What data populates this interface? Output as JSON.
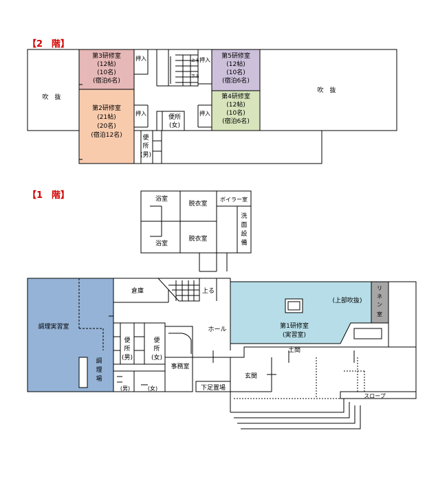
{
  "floor2": {
    "label": "【2　階】",
    "fukinuke_left": "吹　抜",
    "fukinuke_right": "吹　抜",
    "room3": {
      "name": "第3研修室",
      "size": "(12帖)",
      "capacity": "(10名)",
      "stay": "(宿泊6名)"
    },
    "room2": {
      "name": "第2研修室",
      "size": "(21帖)",
      "capacity": "(20名)",
      "stay": "(宿泊12名)"
    },
    "room5": {
      "name": "第5研修室",
      "size": "(12帖)",
      "capacity": "(10名)",
      "stay": "(宿泊6名)"
    },
    "room4": {
      "name": "第4研修室",
      "size": "(12帖)",
      "capacity": "(10名)",
      "stay": "(宿泊6名)"
    },
    "oshiire": "押入",
    "up": "上る",
    "down": "下る",
    "toilet_women": [
      "便所",
      "(女)"
    ],
    "toilet_men": [
      "便",
      "所",
      "(男)"
    ]
  },
  "floor1": {
    "label": "【1　階】",
    "bath1": "浴室",
    "bath2": "浴室",
    "dressing1": "脱衣室",
    "dressing2": "脱衣室",
    "boiler": "ボイラー室",
    "washroom": [
      "洗",
      "面",
      "設",
      "備"
    ],
    "storage": "倉庫",
    "up": "上る",
    "linen": [
      "リ",
      "ネ",
      "ン",
      "室"
    ],
    "fukinuke_upper": "(上部吹抜)",
    "cooking_room": "調理実習室",
    "kitchen": [
      "調",
      "理",
      "場"
    ],
    "hall": "ホール",
    "room1": [
      "第1研修室",
      "(実習室)"
    ],
    "doma": "土間",
    "toilet_men": [
      "便",
      "所",
      "(男)"
    ],
    "toilet_women": [
      "便",
      "所",
      "(女)"
    ],
    "office": "事務室",
    "entrance": "玄関",
    "shoe_area": "下足置場",
    "small_men": "(男)",
    "small_women": "(女)",
    "slope": "スロープ"
  },
  "colors": {
    "room_pink": "#e6b8b7",
    "room_orange": "#f8cbad",
    "room_purple": "#ccc0da",
    "room_green": "#d7e4bc",
    "room_blue": "#b7dee8",
    "cooking_blue": "#95b3d7",
    "linen_gray": "#a6a6a6",
    "label_red": "#d40000"
  }
}
